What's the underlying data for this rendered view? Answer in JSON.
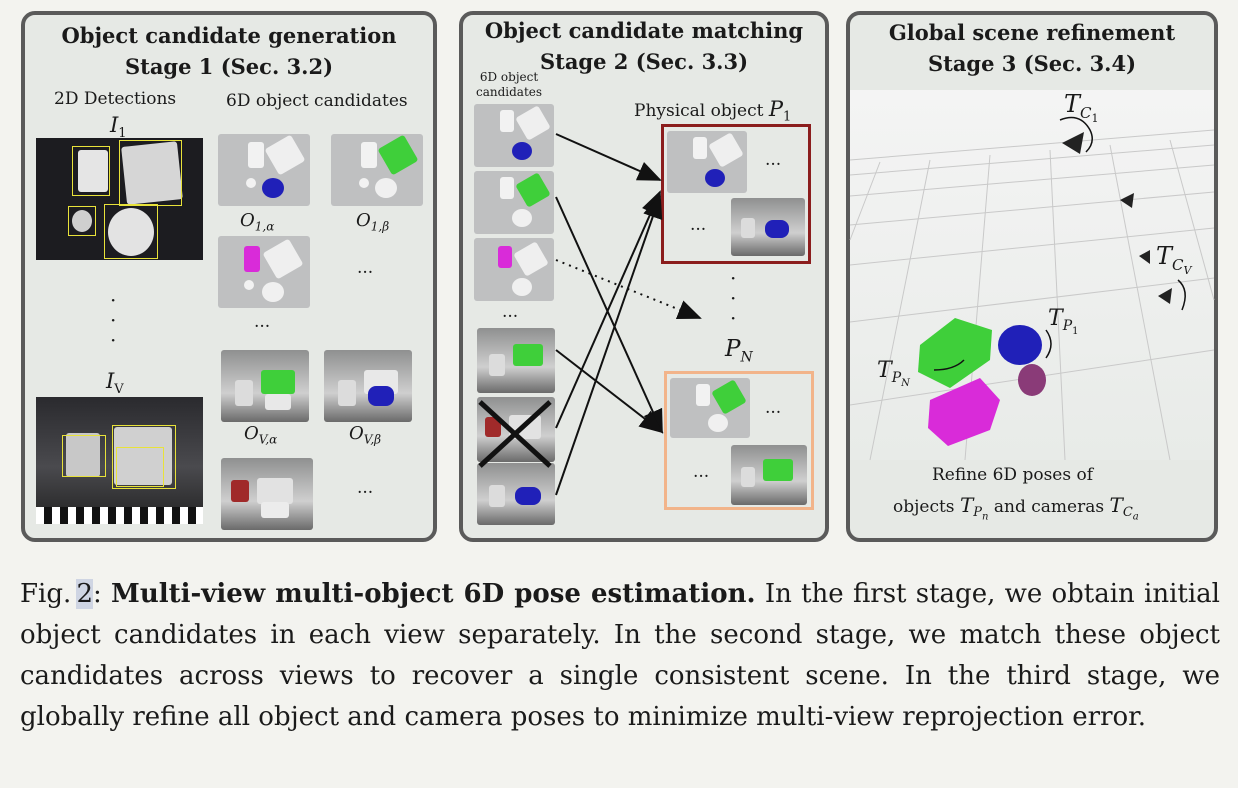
{
  "stage1": {
    "title_line1": "Object candidate generation",
    "title_line2": "Stage 1 (Sec. 3.2)",
    "detections_label": "2D Detections",
    "candidates_label": "6D object candidates",
    "image_1": "I",
    "image_1_sub": "1",
    "image_v": "I",
    "image_v_sub": "V",
    "cand_1a": "O",
    "cand_1a_sub": "1,α",
    "cand_1b": "O",
    "cand_1b_sub": "1,β",
    "cand_va": "O",
    "cand_va_sub": "V,α",
    "cand_vb": "O",
    "cand_vb_sub": "V,β",
    "ellipsis": "...",
    "vdots": "·\n·\n·"
  },
  "stage2": {
    "title_line1": "Object candidate matching",
    "title_line2": "Stage 2 (Sec. 3.3)",
    "candidates_label_line1": "6D object",
    "candidates_label_line2": "candidates",
    "physical_object_label": "Physical object",
    "p1": "P",
    "p1_sub": "1",
    "pn": "P",
    "pn_sub": "N",
    "ellipsis": "...",
    "vdots": "·\n·\n·"
  },
  "stage3": {
    "title_line1": "Global scene refinement",
    "title_line2": "Stage 3 (Sec. 3.4)",
    "tc1": "T",
    "tc1_sub": "C",
    "tc1_subsub": "1",
    "tcv": "T",
    "tcv_sub": "C",
    "tcv_subsub": "V",
    "tp1": "T",
    "tp1_sub": "P",
    "tp1_subsub": "1",
    "tpn": "T",
    "tpn_sub": "P",
    "tpn_subsub": "N",
    "refine_line1": "Refine 6D poses of",
    "refine_line2_a": "objects",
    "refine_line2_b": "and cameras",
    "tpn_obj": "T",
    "tpn_obj_sub": "P",
    "tpn_obj_subsub": "n",
    "tca": "T",
    "tca_sub": "C",
    "tca_subsub": "a"
  },
  "caption": {
    "prefix": "Fig.",
    "number": "2",
    "colon": ":",
    "bold": "Multi-view multi-object 6D pose estimation.",
    "text": "In the first stage, we obtain initial object candidates in each view separately. In the second stage, we match these object candidates across views to recover a single consistent scene. In the third stage, we globally refine all object and camera poses to minimize multi-view reprojection error."
  },
  "colors": {
    "panel_border": "#5a5a5a",
    "panel_bg": "#e6e9e5",
    "p1_box": "#8b1d1d",
    "pn_box": "#f2b48a",
    "green_obj": "#3fcf3a",
    "blue_obj": "#2020b8",
    "magenta_obj": "#d92bd9",
    "purple_obj": "#8a3b78",
    "red_obj": "#a02a2a",
    "detection_box": "#e8e23a"
  }
}
